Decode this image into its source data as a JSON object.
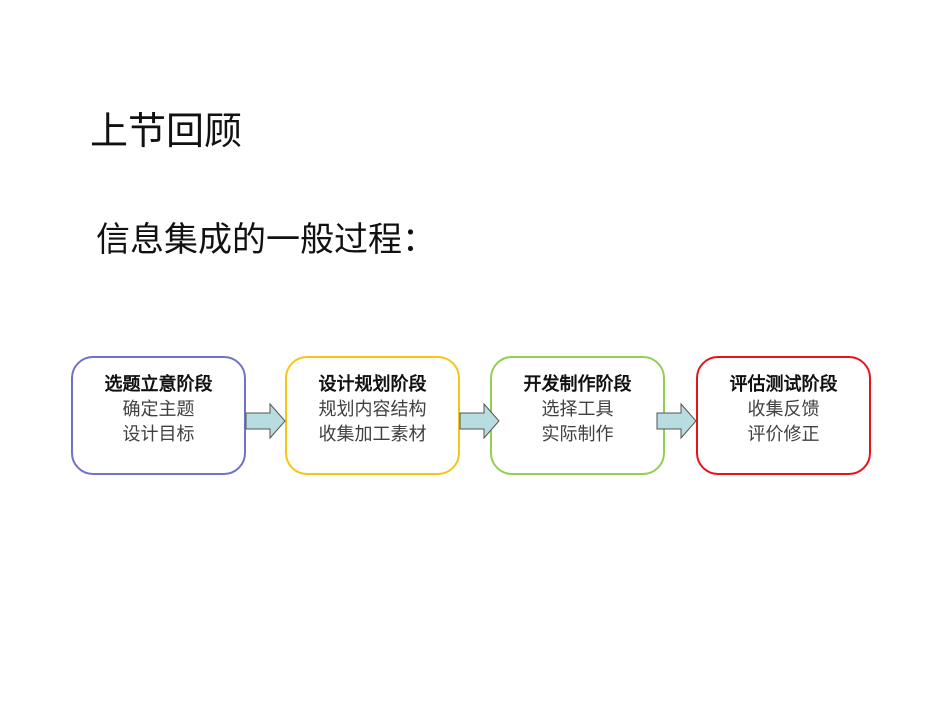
{
  "title": "上节回顾",
  "subtitle": "信息集成的一般过程：",
  "stages": [
    {
      "heading": "选题立意阶段",
      "lines": [
        "确定主题",
        "设计目标"
      ],
      "color": "#7171c9"
    },
    {
      "heading": "设计规划阶段",
      "lines": [
        "规划内容结构",
        "收集加工素材"
      ],
      "color": "#f5c518"
    },
    {
      "heading": "开发制作阶段",
      "lines": [
        "选择工具",
        "实际制作"
      ],
      "color": "#92d050"
    },
    {
      "heading": "评估测试阶段",
      "lines": [
        "收集反馈",
        "评价修正"
      ],
      "color": "#e8121a"
    }
  ],
  "arrow_color": "#b7dde0"
}
